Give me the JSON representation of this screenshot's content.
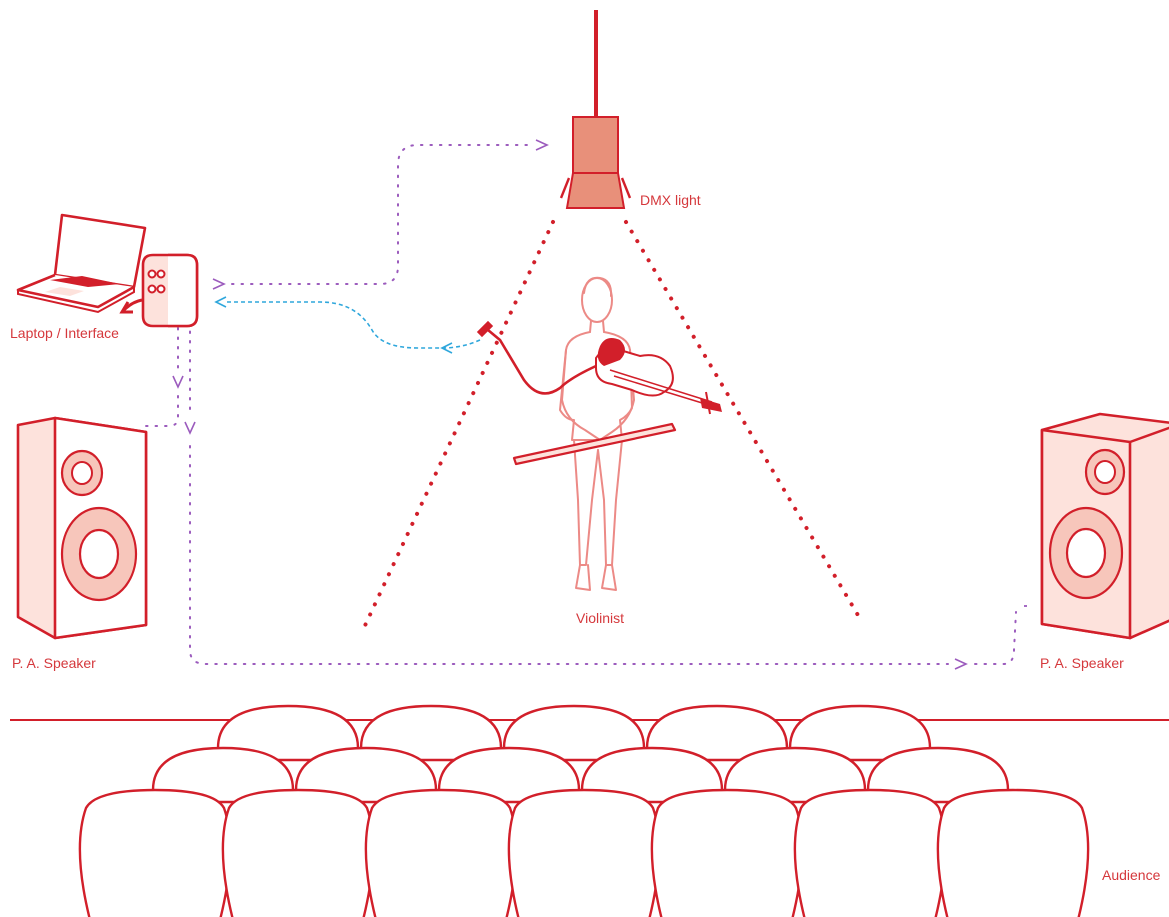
{
  "labels": {
    "dmx_light": "DMX light",
    "laptop_interface": "Laptop / Interface",
    "violinist": "Violinist",
    "pa_speaker_left": "P. A. Speaker",
    "pa_speaker_right": "P. A. Speaker",
    "audience": "Audience"
  },
  "colors": {
    "primary_red": "#d21f2a",
    "light_fill": "#fde2dc",
    "dmx_fill": "#e8907a",
    "control_signal": "#9b5bbd",
    "audio_signal": "#2fa7dc"
  },
  "icons": {
    "light": "dmx-light-icon",
    "laptop": "laptop-icon",
    "interface": "audio-interface-icon",
    "speaker": "speaker-icon",
    "performer": "violinist-figure",
    "seat": "audience-seat-icon"
  }
}
